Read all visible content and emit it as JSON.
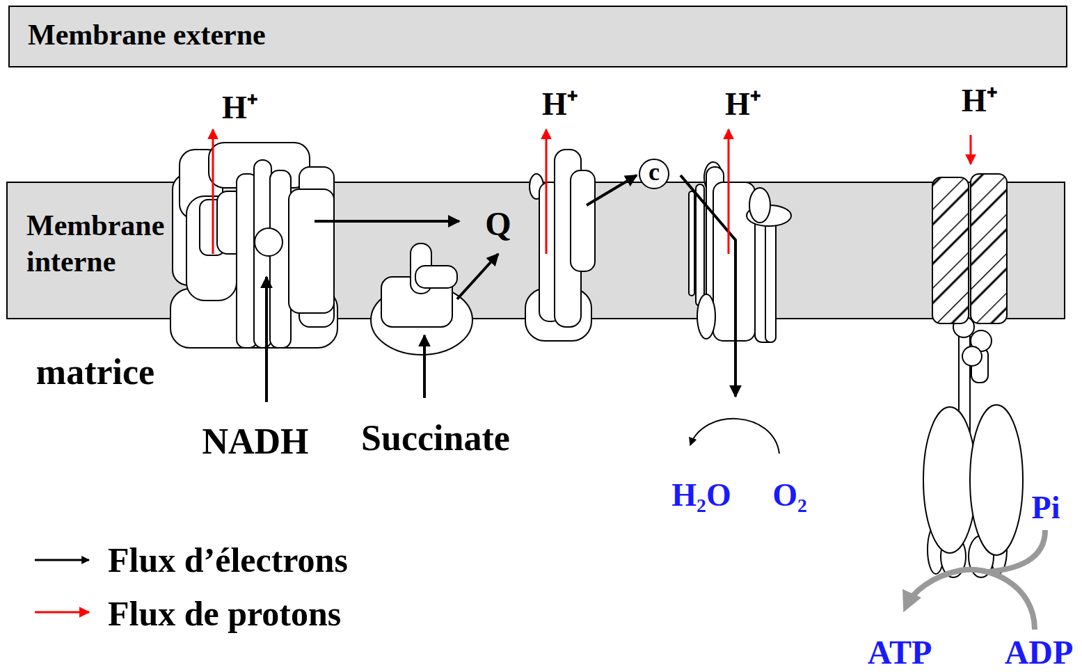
{
  "diagram": {
    "nodes": [
      {
        "text": [
          "Membrane externe"
        ]
      },
      {
        "text": [
          "Membrane interne"
        ]
      },
      {
        "text": [
          "c"
        ],
        "in": 1
      }
    ],
    "labels": [
      "H⁺",
      "H⁺",
      "H⁺",
      "H⁺",
      "Q",
      "matrice",
      "NADH",
      "Succinate",
      "H₂O",
      "O₂",
      "Pi",
      "ATP",
      "ADP"
    ],
    "legend": [
      {
        "text": "Flux d’électrons"
      },
      {
        "text": "Flux de protons"
      }
    ]
  }
}
